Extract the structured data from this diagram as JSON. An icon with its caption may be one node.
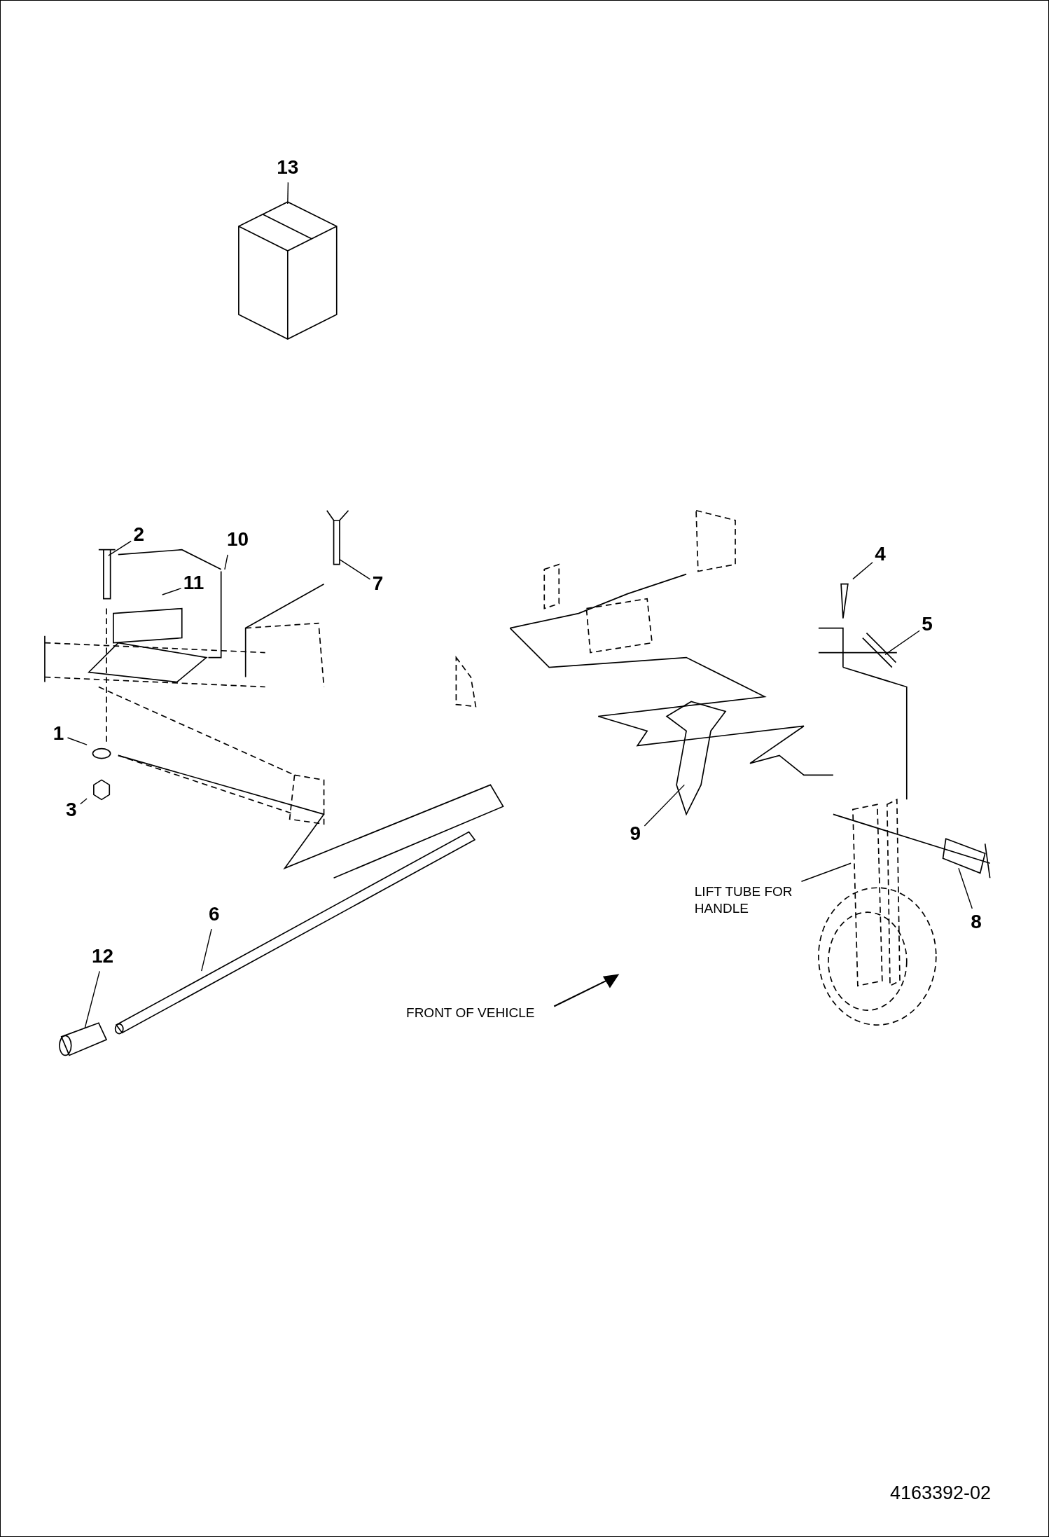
{
  "diagram": {
    "nodes": [
      {
        "text": [
          "13"
        ]
      },
      {
        "text": [
          "2"
        ]
      },
      {
        "text": [
          "10"
        ]
      },
      {
        "text": [
          "11"
        ]
      },
      {
        "text": [
          "7"
        ]
      },
      {
        "text": [
          "4"
        ]
      },
      {
        "text": [
          "5"
        ]
      },
      {
        "text": [
          "1"
        ]
      },
      {
        "text": [
          "3"
        ]
      },
      {
        "text": [
          "9"
        ]
      },
      {
        "text": [
          "LIFT TUBE FOR HANDLE"
        ]
      },
      {
        "text": [
          "8"
        ]
      },
      {
        "text": [
          "6"
        ]
      },
      {
        "text": [
          "12"
        ]
      },
      {
        "text": [],
        "shape": "picture"
      }
    ],
    "edges": [
      {
        "from": 0,
        "to": null,
        "arrow": "none"
      },
      {
        "from": 1,
        "to": null,
        "arrow": "none"
      },
      {
        "from": 2,
        "to": 14,
        "arrow": "none"
      },
      {
        "from": 3,
        "to": null,
        "arrow": "none"
      },
      {
        "from": 4,
        "to": null,
        "arrow": "none"
      },
      {
        "from": 5,
        "to": null,
        "arrow": "none"
      },
      {
        "from": 6,
        "to": null,
        "arrow": "none"
      },
      {
        "from": 7,
        "to": null,
        "arrow": "none"
      },
      {
        "from": 8,
        "to": null,
        "arrow": "none"
      },
      {
        "from": 9,
        "to": null,
        "arrow": "none"
      },
      {
        "from": 10,
        "to": null,
        "arrow": "none"
      },
      {
        "from": 11,
        "to": null,
        "arrow": "none"
      },
      {
        "from": 12,
        "to": null,
        "arrow": "none"
      },
      {
        "from": 13,
        "to": null,
        "arrow": "none"
      }
    ],
    "labels": [
      "FRONT OF VEHICLE",
      "4163392-02"
    ]
  }
}
